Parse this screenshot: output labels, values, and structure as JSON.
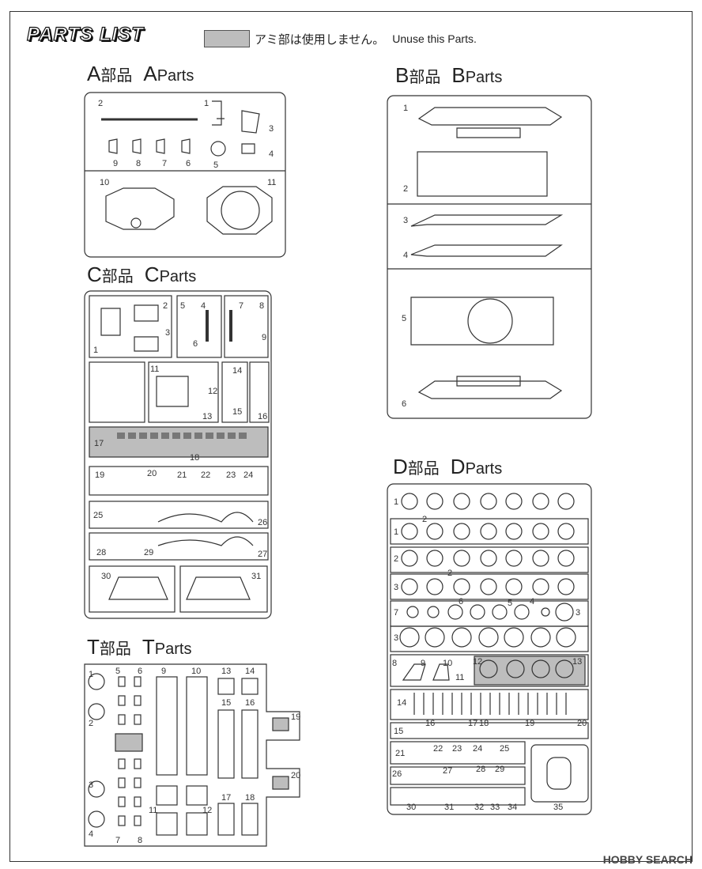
{
  "header": {
    "logo_text": "PARTS LIST",
    "legend_text_jp": "アミ部は使用しません。",
    "legend_text_en": "Unuse this Parts."
  },
  "sections": {
    "A": {
      "letter": "A",
      "jp": "部品",
      "en_letter": "A",
      "en": "Parts"
    },
    "B": {
      "letter": "B",
      "jp": "部品",
      "en_letter": "B",
      "en": "Parts"
    },
    "C": {
      "letter": "C",
      "jp": "部品",
      "en_letter": "C",
      "en": "Parts"
    },
    "D": {
      "letter": "D",
      "jp": "部品",
      "en_letter": "D",
      "en": "Parts"
    },
    "T": {
      "letter": "T",
      "jp": "部品",
      "en_letter": "T",
      "en": "Parts"
    }
  },
  "watermark": "HOBBY SEARCH",
  "colors": {
    "line": "#333333",
    "unused_fill": "#bdbdbd"
  }
}
